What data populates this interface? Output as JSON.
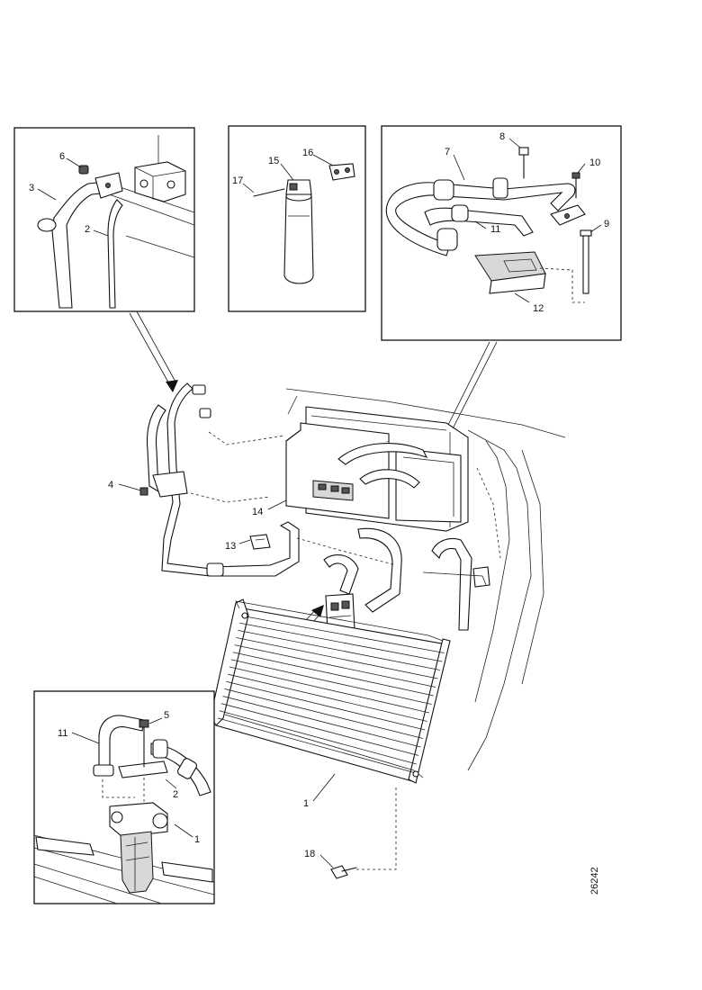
{
  "labels": {
    "inset1": {
      "n6": "6",
      "n3": "3",
      "n2": "2"
    },
    "inset2": {
      "n15": "15",
      "n16": "16",
      "n17": "17"
    },
    "inset3": {
      "n8": "8",
      "n7": "7",
      "n10": "10",
      "n11": "11",
      "n9": "9",
      "n12": "12"
    },
    "main": {
      "n4": "4",
      "n14": "14",
      "n13": "13",
      "n1": "1",
      "n18": "18"
    },
    "inset4": {
      "n5": "5",
      "n11": "11",
      "n2": "2",
      "n1": "1"
    }
  },
  "figure_code": "26242"
}
